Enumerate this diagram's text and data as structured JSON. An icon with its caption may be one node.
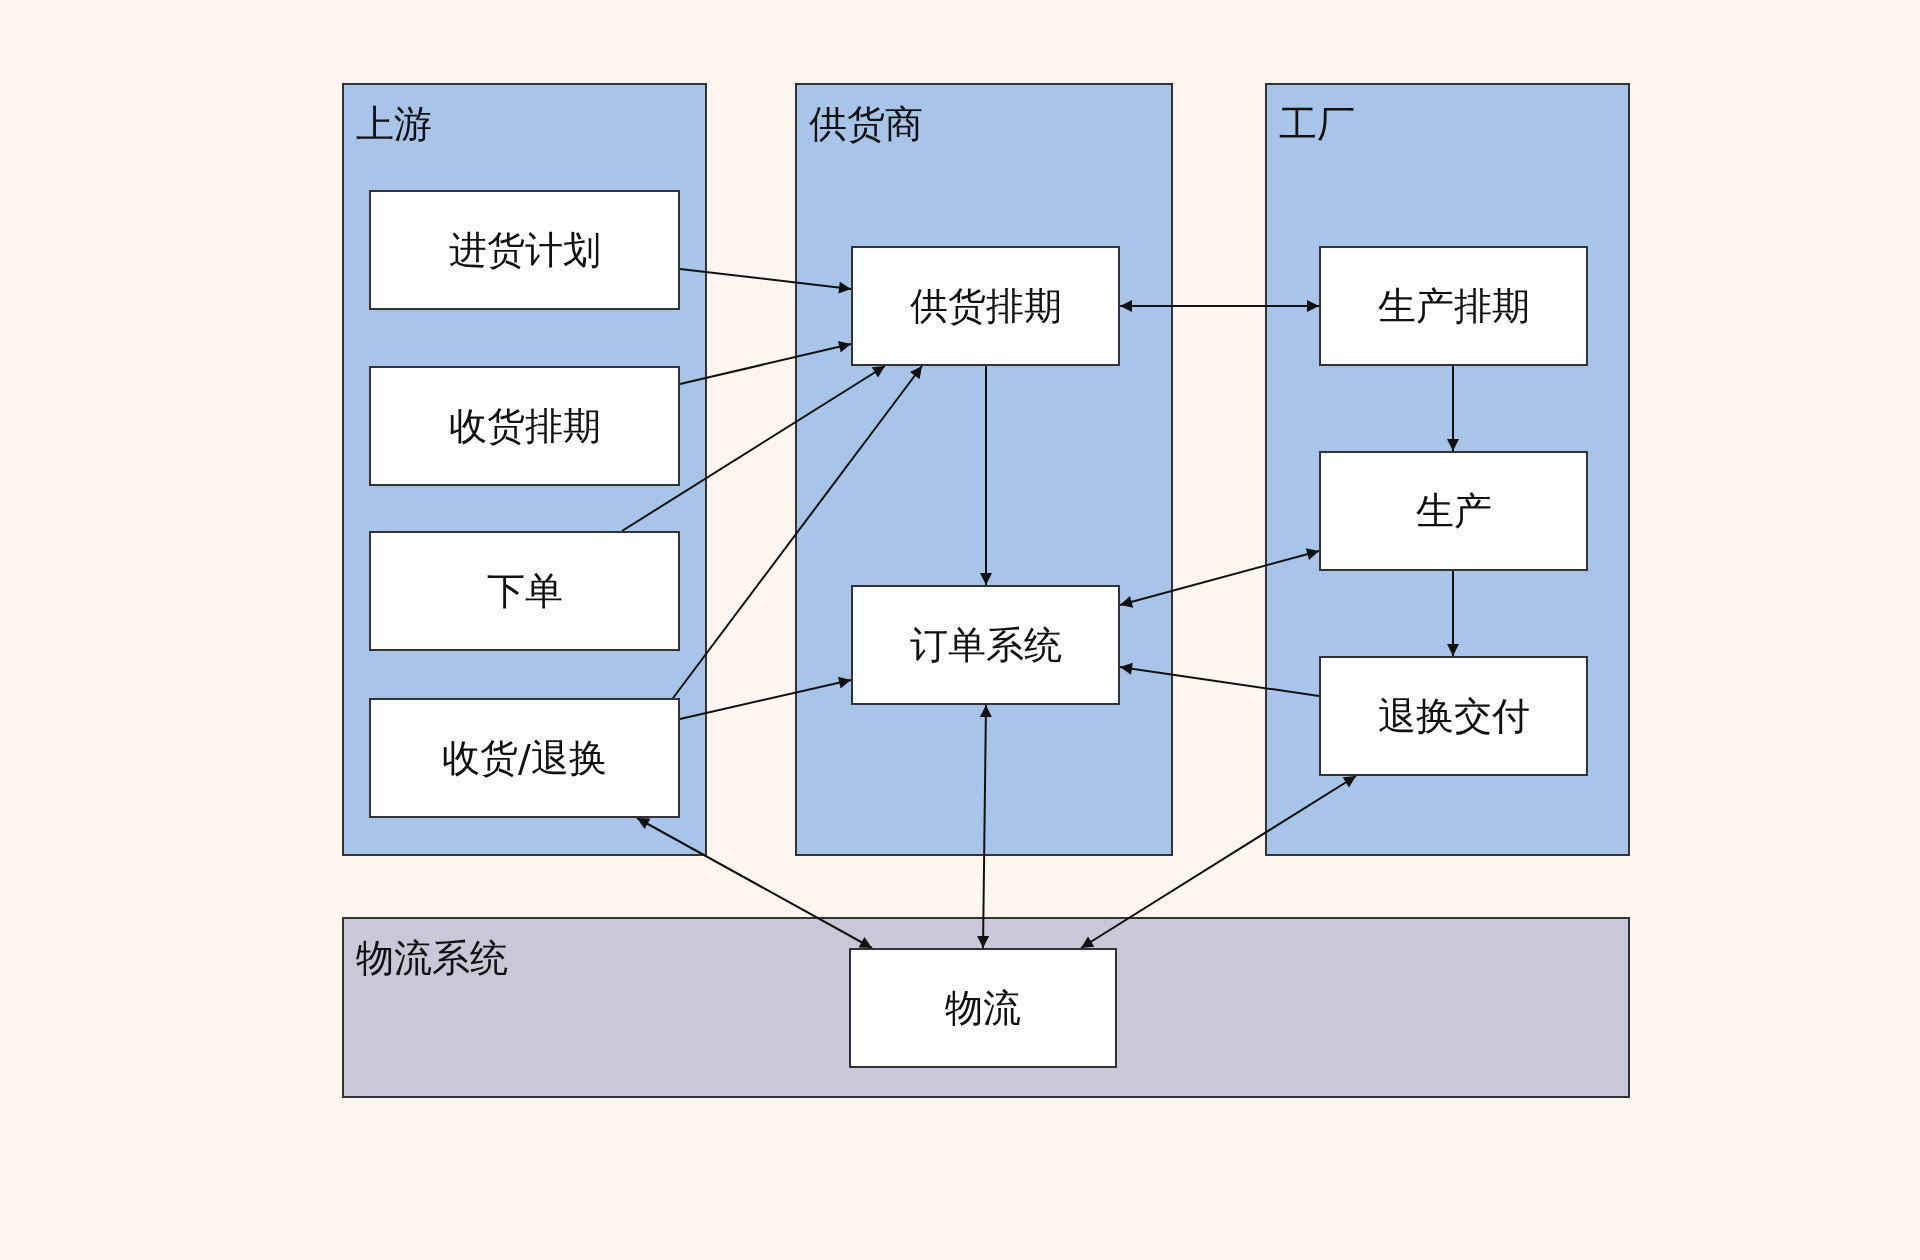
{
  "diagram": {
    "nodes": [
      {
        "text": [
          "上游"
        ]
      },
      {
        "text": [
          "进货计划"
        ],
        "in": 0
      },
      {
        "text": [
          "收货排期"
        ],
        "in": 0
      },
      {
        "text": [
          "下单"
        ],
        "in": 0
      },
      {
        "text": [
          "收货/退换"
        ],
        "in": 0
      },
      {
        "text": [
          "供货商"
        ]
      },
      {
        "text": [
          "供货排期"
        ],
        "in": 5
      },
      {
        "text": [
          "订单系统"
        ],
        "in": 5
      },
      {
        "text": [
          "工厂"
        ]
      },
      {
        "text": [
          "生产排期"
        ],
        "in": 8
      },
      {
        "text": [
          "生产"
        ],
        "in": 8
      },
      {
        "text": [
          "退换交付"
        ],
        "in": 8
      },
      {
        "text": [
          "物流系统"
        ]
      },
      {
        "text": [
          "物流"
        ],
        "in": 12
      }
    ],
    "edges": [
      {
        "from": 1,
        "to": 6,
        "arrow": "to"
      },
      {
        "from": 2,
        "to": 6,
        "arrow": "to"
      },
      {
        "from": 3,
        "to": 6,
        "arrow": "to"
      },
      {
        "from": 4,
        "to": 6,
        "arrow": "to"
      },
      {
        "from": 6,
        "to": 9,
        "arrow": "both"
      },
      {
        "from": 6,
        "to": 7,
        "arrow": "to"
      },
      {
        "from": 9,
        "to": 10,
        "arrow": "to"
      },
      {
        "from": 10,
        "to": 11,
        "arrow": "to"
      },
      {
        "from": 10,
        "to": 7,
        "arrow": "both"
      },
      {
        "from": 11,
        "to": 7,
        "arrow": "to"
      },
      {
        "from": 4,
        "to": 7,
        "arrow": "to"
      },
      {
        "from": 4,
        "to": 13,
        "arrow": "both"
      },
      {
        "from": 7,
        "to": 13,
        "arrow": "both"
      },
      {
        "from": 11,
        "to": 13,
        "arrow": "both"
      }
    ]
  }
}
